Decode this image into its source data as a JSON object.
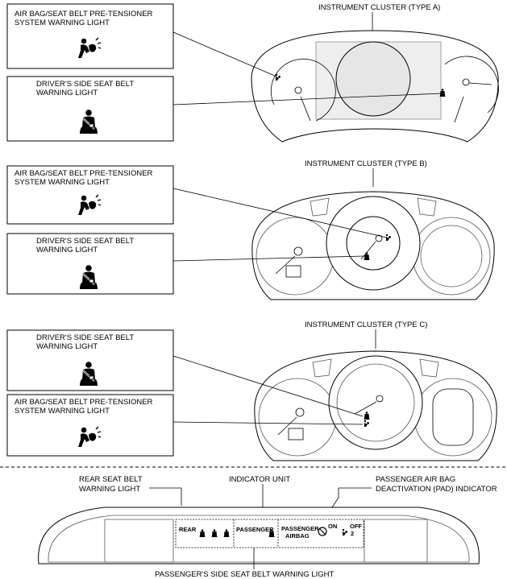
{
  "type_a": {
    "cluster_title": "INSTRUMENT CLUSTER (TYPE A)",
    "airbag_label_line1": "AIR BAG/SEAT BELT PRE-TENSIONER",
    "airbag_label_line2": "SYSTEM WARNING LIGHT",
    "seatbelt_label_line1": "DRIVER'S SIDE SEAT BELT",
    "seatbelt_label_line2": "WARNING LIGHT"
  },
  "type_b": {
    "cluster_title": "INSTRUMENT CLUSTER (TYPE B)",
    "airbag_label_line1": "AIR BAG/SEAT BELT PRE-TENSIONER",
    "airbag_label_line2": "SYSTEM WARNING LIGHT",
    "seatbelt_label_line1": "DRIVER'S SIDE SEAT BELT",
    "seatbelt_label_line2": "WARNING LIGHT"
  },
  "type_c": {
    "cluster_title": "INSTRUMENT CLUSTER (TYPE C)",
    "seatbelt_label_line1": "DRIVER'S SIDE SEAT BELT",
    "seatbelt_label_line2": "WARNING LIGHT",
    "airbag_label_line1": "AIR BAG/SEAT BELT PRE-TENSIONER",
    "airbag_label_line2": "SYSTEM WARNING LIGHT"
  },
  "indicator": {
    "rear_label_line1": "REAR SEAT BELT",
    "rear_label_line2": "WARNING LIGHT",
    "unit_title": "INDICATOR UNIT",
    "pad_label_line1": "PASSENGER AIR BAG",
    "pad_label_line2": "DEACTIVATION (PAD) INDICATOR",
    "bottom_label": "PASSENGER'S SIDE SEAT BELT WARNING LIGHT",
    "panel_rear": "REAR",
    "panel_passenger": "PASSENGER",
    "panel_passenger2": "PASSENGER",
    "panel_airbag": "AIRBAG",
    "panel_on": "ON",
    "panel_off": "OFF",
    "panel_two": "2"
  },
  "icons": [
    "airbag-person-icon",
    "seatbelt-person-icon",
    "pad-off-icon"
  ]
}
